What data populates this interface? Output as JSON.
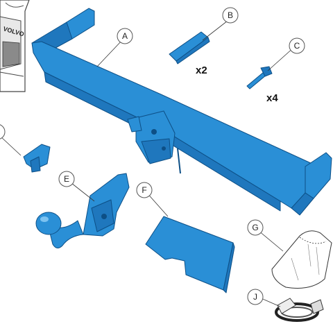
{
  "diagram": {
    "brand_label": "VOLVO",
    "callouts": [
      {
        "id": "A",
        "label": "A"
      },
      {
        "id": "B",
        "label": "B"
      },
      {
        "id": "C",
        "label": "C"
      },
      {
        "id": "E",
        "label": "E"
      },
      {
        "id": "F",
        "label": "F"
      },
      {
        "id": "G",
        "label": "G"
      },
      {
        "id": "J",
        "label": "J"
      }
    ],
    "quantities": {
      "B": "x2",
      "C": "x4"
    }
  }
}
